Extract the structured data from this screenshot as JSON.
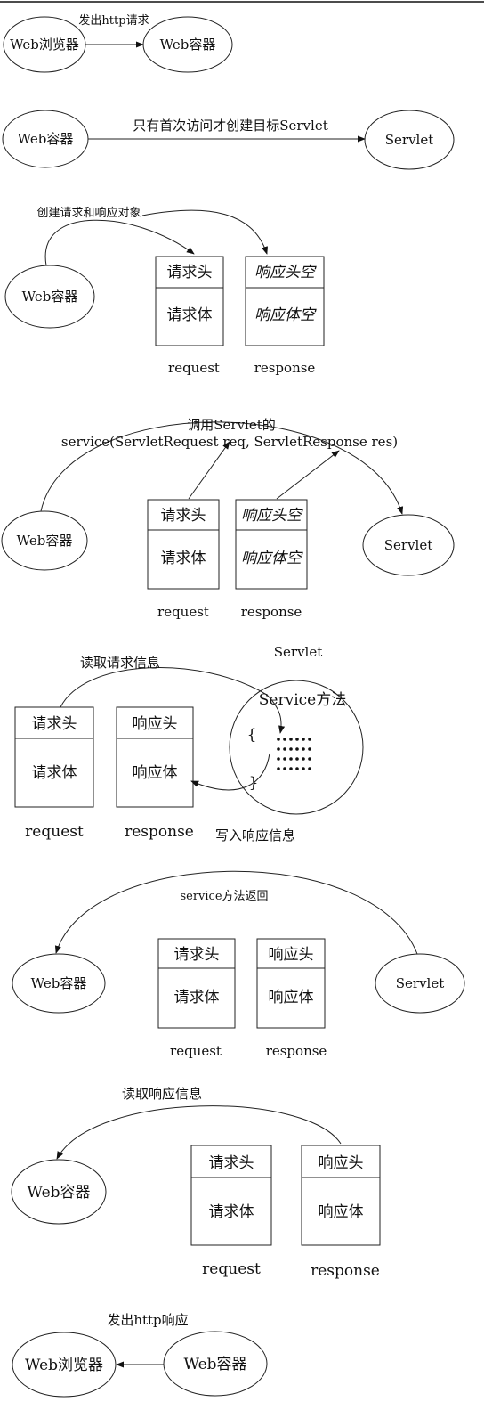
{
  "steps": [
    {
      "browser": "Web浏览器",
      "container": "Web容器",
      "label": "发出http请求"
    },
    {
      "container": "Web容器",
      "servlet": "Servlet",
      "label": "只有首次访问才创建目标Servlet"
    },
    {
      "container": "Web容器",
      "label": "创建请求和响应对象",
      "request_header": "请求头",
      "request_body": "请求体",
      "response_header": "响应头空",
      "response_body": "响应体空",
      "request_caption": "request",
      "response_caption": "response"
    },
    {
      "container": "Web容器",
      "servlet": "Servlet",
      "label_line1": "调用Servlet的",
      "label_line2": "service(ServletRequest req, ServletResponse res)",
      "request_header": "请求头",
      "request_body": "请求体",
      "response_header": "响应头空",
      "response_body": "响应体空",
      "request_caption": "request",
      "response_caption": "response"
    },
    {
      "servlet_label": "Servlet",
      "method_label": "Service方法",
      "read_label": "读取请求信息",
      "write_label": "写入响应信息",
      "brace_open": "{",
      "brace_close": "}",
      "request_header": "请求头",
      "request_body": "请求体",
      "response_header": "响应头",
      "response_body": "响应体",
      "request_caption": "request",
      "response_caption": "response"
    },
    {
      "container": "Web容器",
      "servlet": "Servlet",
      "label": "service方法返回",
      "request_header": "请求头",
      "request_body": "请求体",
      "response_header": "响应头",
      "response_body": "响应体",
      "request_caption": "request",
      "response_caption": "response"
    },
    {
      "container": "Web容器",
      "label": "读取响应信息",
      "request_header": "请求头",
      "request_body": "请求体",
      "response_header": "响应头",
      "response_body": "响应体",
      "request_caption": "request",
      "response_caption": "response"
    },
    {
      "browser": "Web浏览器",
      "container": "Web容器",
      "label": "发出http响应"
    }
  ]
}
